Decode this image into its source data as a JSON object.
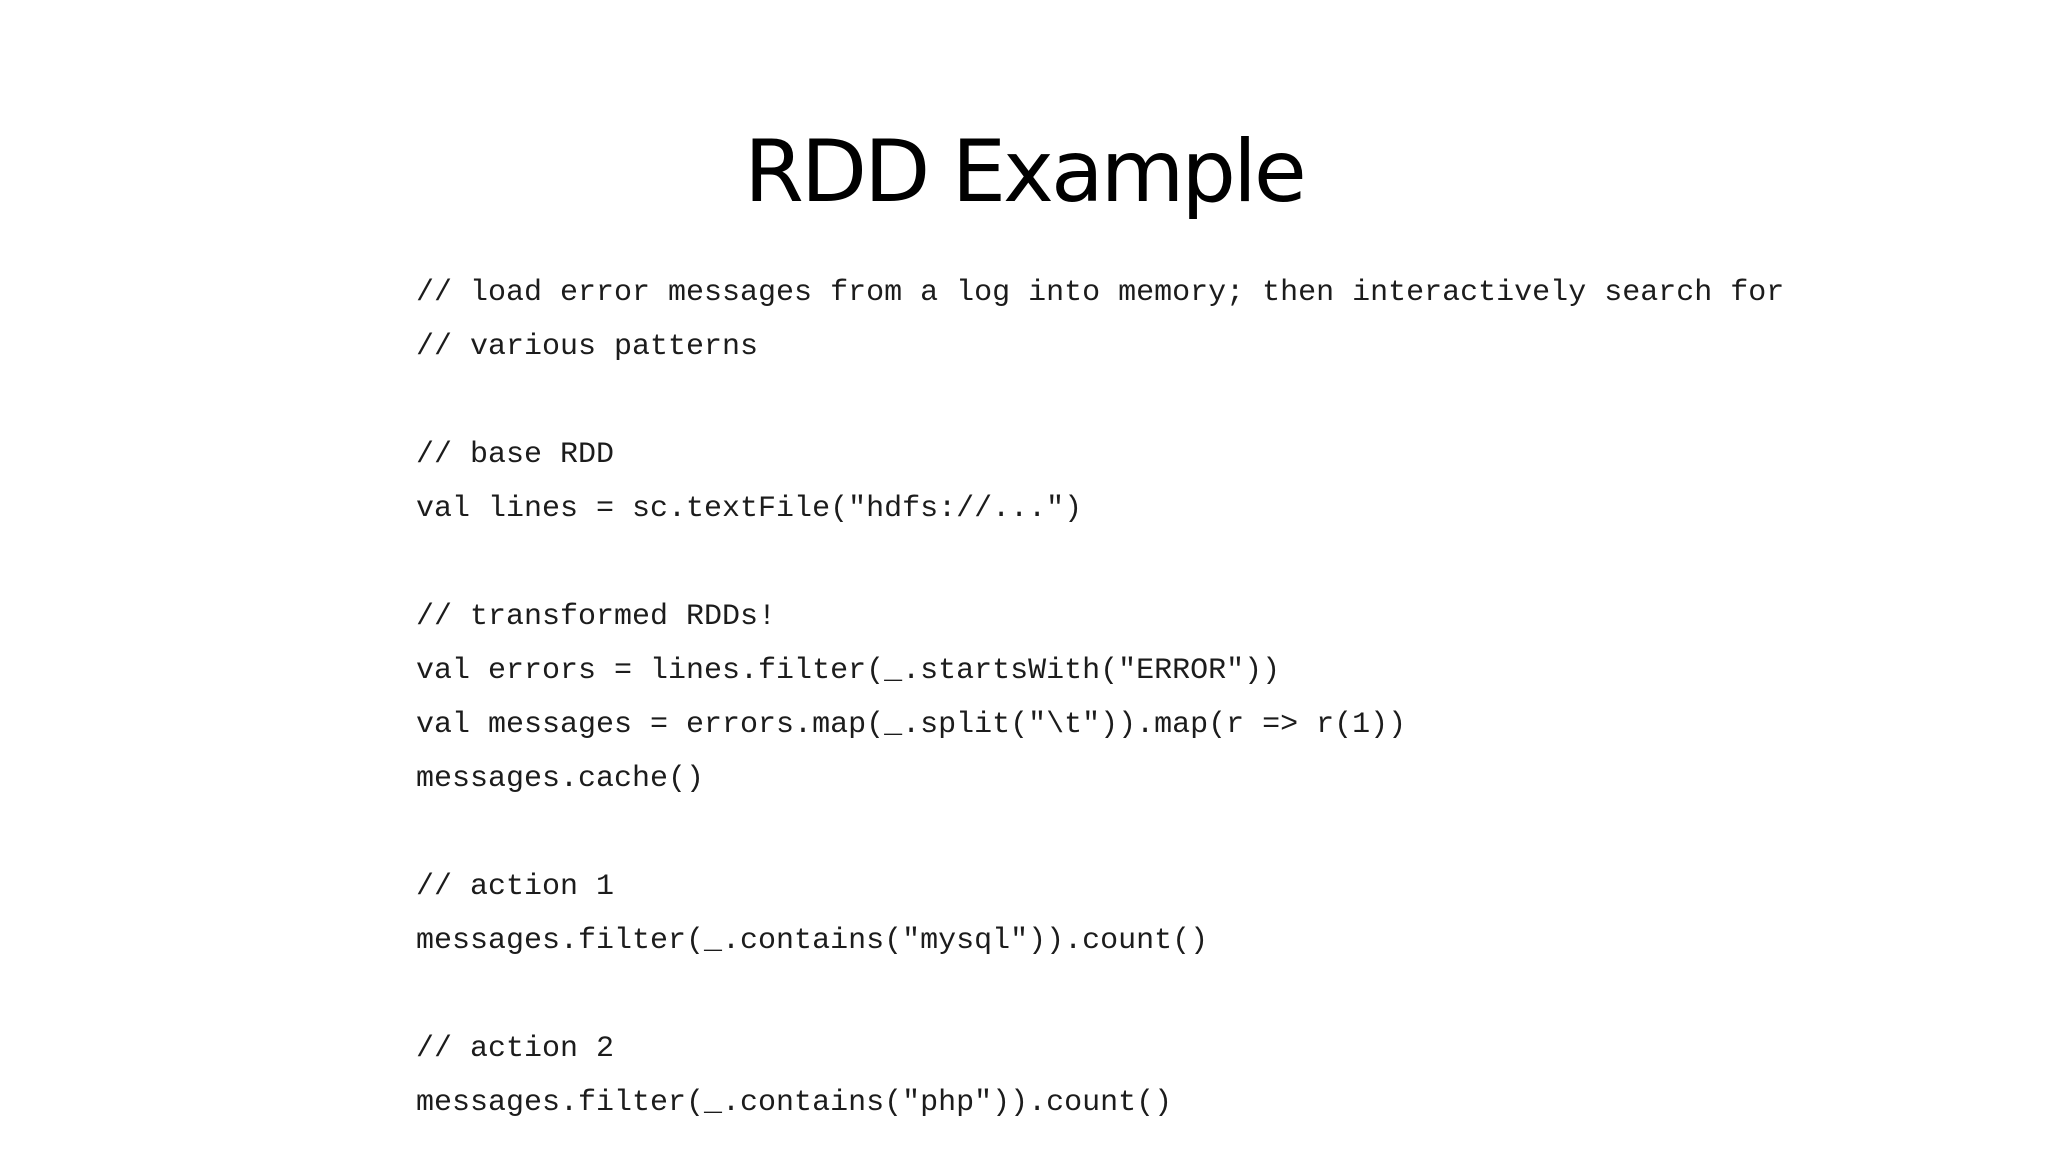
{
  "slide": {
    "title": "RDD Example",
    "code_lines": [
      "// load error messages from a log into memory; then interactively search for",
      "// various patterns",
      "",
      "// base RDD",
      "val lines = sc.textFile(\"hdfs://...\")",
      "",
      "// transformed RDDs!",
      "val errors = lines.filter(_.startsWith(\"ERROR\"))",
      "val messages = errors.map(_.split(\"\\t\")).map(r => r(1))",
      "messages.cache()",
      "",
      "// action 1",
      "messages.filter(_.contains(\"mysql\")).count()",
      "",
      "// action 2",
      "messages.filter(_.contains(\"php\")).count()"
    ]
  }
}
